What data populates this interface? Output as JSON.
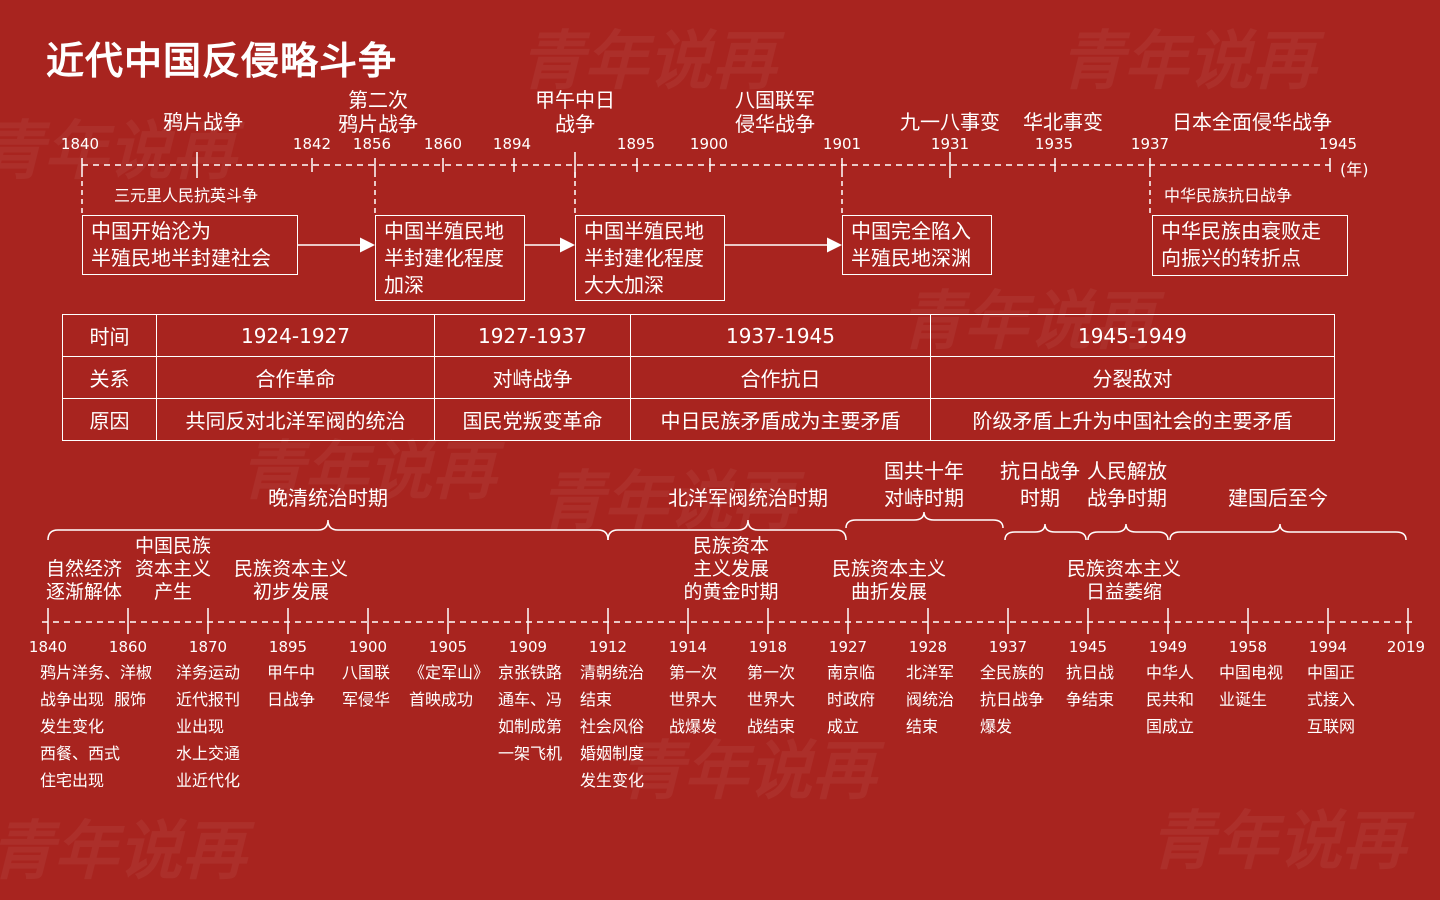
{
  "title": "近代中国反侵略斗争",
  "top_timeline": {
    "years": [
      "1840",
      "1842",
      "1856",
      "1860",
      "1894",
      "1895",
      "1900",
      "1901",
      "1931",
      "1935",
      "1937",
      "1945"
    ],
    "unit": "(年)",
    "events": [
      "鸦片战争",
      "第二次\n鸦片战争",
      "甲午中日\n战争",
      "八国联军\n侵华战争",
      "九一八事变",
      "华北事变",
      "日本全面侵华战争"
    ],
    "sub_labels": [
      "三元里人民抗英斗争",
      "中华民族抗日战争"
    ],
    "boxes": [
      "中国开始沦为\n半殖民地半封建社会",
      "中国半殖民地\n半封建化程度\n加深",
      "中国半殖民地\n半封建化程度\n大大加深",
      "中国完全陷入\n半殖民地深渊",
      "中华民族由衰败走\n向振兴的转折点"
    ]
  },
  "relations_table": {
    "row_headers": [
      "时间",
      "关系",
      "原因"
    ],
    "periods": [
      "1924-1927",
      "1927-1937",
      "1937-1945",
      "1945-1949"
    ],
    "relations": [
      "合作革命",
      "对峙战争",
      "合作抗日",
      "分裂敌对"
    ],
    "reasons": [
      "共同反对北洋军阀的统治",
      "国民党叛变革命",
      "中日民族矛盾成为主要矛盾",
      "阶级矛盾上升为中国社会的主要矛盾"
    ]
  },
  "bottom_timeline": {
    "periods": [
      "晚清统治时期",
      "北洋军阀统治时期",
      "国共十年\n对峙时期",
      "抗日战争\n时期",
      "人民解放\n战争时期",
      "建国后至今"
    ],
    "developments": [
      "自然经济\n逐渐解体",
      "中国民族\n资本主义\n产生",
      "民族资本主义\n初步发展",
      "民族资本\n主义发展\n的黄金时期",
      "民族资本主义\n曲折发展",
      "民族资本主义\n日益萎缩"
    ],
    "years": [
      "1840",
      "1860",
      "1870",
      "1895",
      "1900",
      "1905",
      "1909",
      "1912",
      "1914",
      "1918",
      "1927",
      "1928",
      "1937",
      "1945",
      "1949",
      "1958",
      "1994",
      "2019"
    ],
    "events": [
      "鸦片洋务、洋椒\n战争出现  服饰\n发生变化\n西餐、西式\n住宅出现",
      "洋务运动\n近代报刊\n业出现\n水上交通\n业近代化",
      "甲午中\n日战争",
      "八国联\n军侵华",
      "《定军山》\n首映成功",
      "京张铁路\n通车、冯\n如制成第\n一架飞机",
      "清朝统治\n结束\n社会风俗\n婚姻制度\n发生变化",
      "第一次\n世界大\n战爆发",
      "第一次\n世界大\n战结束",
      "南京临\n时政府\n成立",
      "北洋军\n阀统治\n结束",
      "全民族的\n抗日战争\n爆发",
      "抗日战\n争结束",
      "中华人\n民共和\n国成立",
      "中国电视\n业诞生",
      "中国正\n式接入\n互联网"
    ]
  },
  "colors": {
    "background": "#a8241f",
    "foreground": "#ffffff"
  }
}
